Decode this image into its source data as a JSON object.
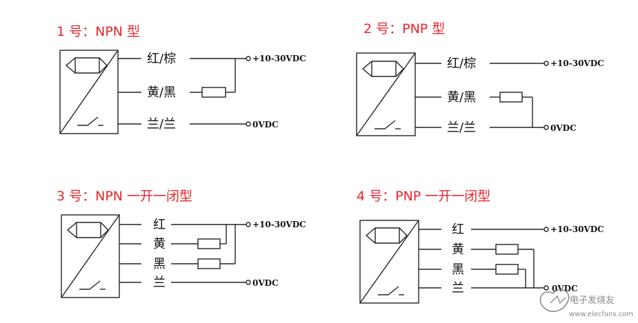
{
  "diagrams": [
    {
      "title": "1 号：NPN 型",
      "wires": [
        "红/棕",
        "黄/黑",
        "兰/兰"
      ],
      "supply": "+10-30VDC",
      "ground": "0VDC"
    },
    {
      "title": "2 号：PNP 型",
      "wires": [
        "红/棕",
        "黄/黑",
        "兰/兰"
      ],
      "supply": "+10-30VDC",
      "ground": "0VDC"
    },
    {
      "title": "3 号：NPN 一开一闭型",
      "wires": [
        "红",
        "黄",
        "黑",
        "兰"
      ],
      "supply": "+10-30VDC",
      "ground": "0VDC"
    },
    {
      "title": "4 号：PNP 一开一闭型",
      "wires": [
        "红",
        "黄",
        "黑",
        "兰"
      ],
      "supply": "+10-30VDC",
      "ground": "0VDC"
    }
  ],
  "watermark": {
    "name": "电子发烧友",
    "url": "www.elecfans.com"
  },
  "colors": {
    "title": "#e8262b",
    "line": "#222222",
    "watermark": "#8a8a8a"
  }
}
